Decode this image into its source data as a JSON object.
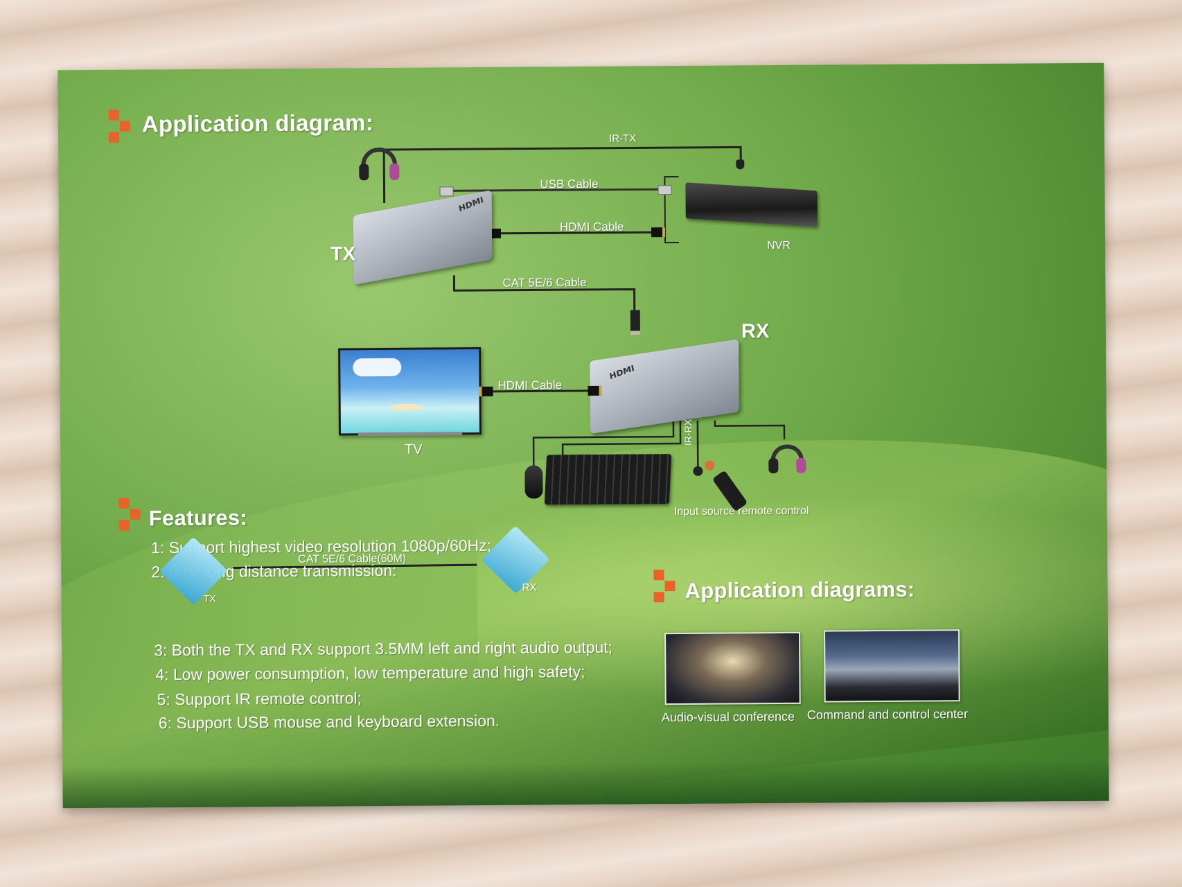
{
  "headings": {
    "application_diagram": "Application diagram:",
    "features": "Features:",
    "application_diagrams": "Application diagrams:"
  },
  "diagram": {
    "ir_tx": "IR-TX",
    "usb_cable": "USB Cable",
    "hdmi_cable_top": "HDMI Cable",
    "nvr": "NVR",
    "tx": "TX",
    "cat_cable": "CAT 5E/6 Cable",
    "rx": "RX",
    "hdmi_cable_bottom": "HDMI Cable",
    "tv": "TV",
    "ir_rx": "IR-RX",
    "remote": "Input source remote control",
    "tx_brand": "HDMI",
    "rx_brand": "HDMI"
  },
  "features": [
    "1: Support highest video resolution 1080p/60Hz;",
    "2: 60M long distance transmission:",
    "3: Both the TX and RX support 3.5MM left and right audio output;",
    "4: Low power consumption, low temperature and high safety;",
    "5: Support IR remote control;",
    "6: Support USB mouse and keyboard extension."
  ],
  "mini_diagram": {
    "cable": "CAT 5E/6 Cable(60M)",
    "tx": "TX",
    "rx": "RX"
  },
  "photos": [
    {
      "caption": "Audio-visual conference"
    },
    {
      "caption": "Command and control center"
    }
  ],
  "colors": {
    "accent": "#e8622a",
    "box_green": "#74ad4d",
    "text": "#ffffff"
  }
}
